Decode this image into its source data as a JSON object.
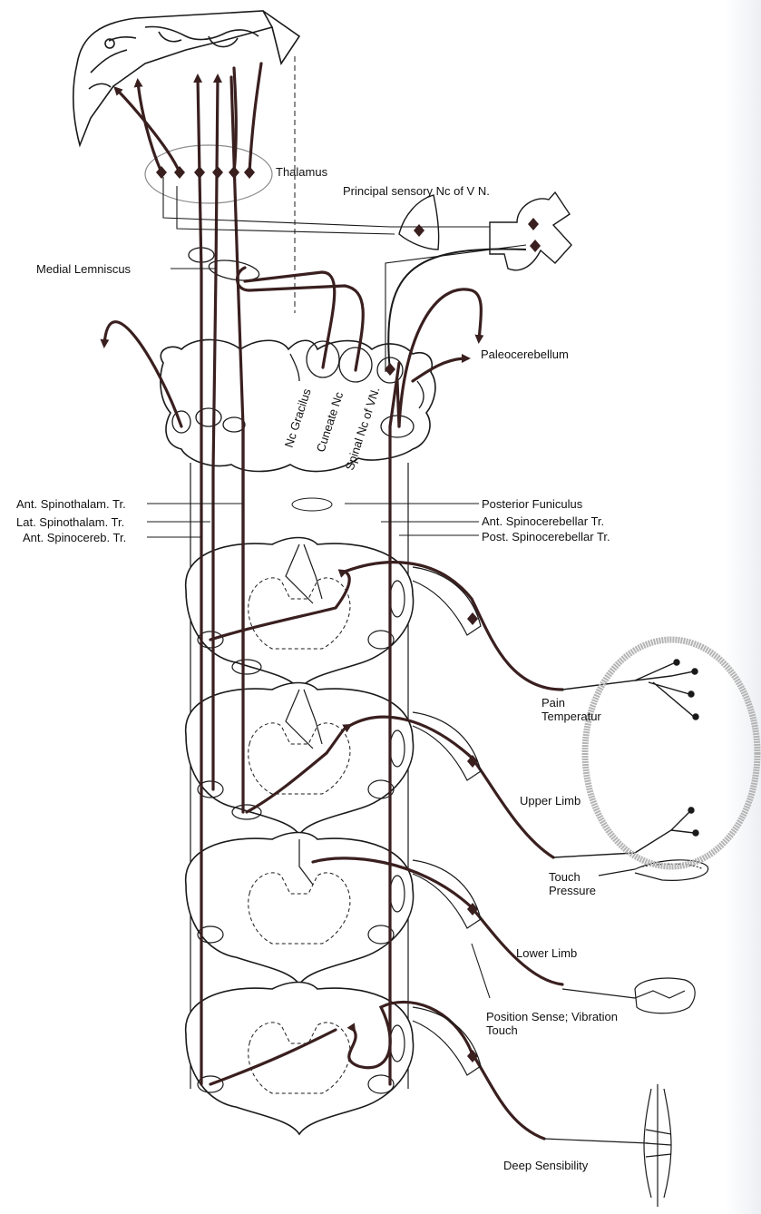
{
  "labels": {
    "thalamus": "Thalamus",
    "principal_sensory": "Principal sensory Nc of V N.",
    "medial_lemniscus": "Medial Lemniscus",
    "paleocerebellum": "Paleocerebellum",
    "nc_gracilus": "Nc Gracilus",
    "cuneate_nc": "Cuneate Nc",
    "spinal_nc_vn": "Spinal Nc of VN.",
    "ant_spinothalam": "Ant. Spinothalam. Tr.",
    "lat_spinothalam": "Lat. Spinothalam. Tr.",
    "ant_spinocereb": "Ant. Spinocereb. Tr.",
    "posterior_funiculus": "Posterior Funiculus",
    "ant_spinocerebellar": "Ant. Spinocerebellar Tr.",
    "post_spinocerebellar": "Post. Spinocerebellar Tr.",
    "pain": "Pain",
    "temperature": "Temperatur",
    "upper_limb": "Upper Limb",
    "touch": "Touch",
    "pressure": "Pressure",
    "lower_limb": "Lower Limb",
    "position_sense": "Position Sense; Vibration",
    "touch2": "Touch",
    "deep_sensibility": "Deep Sensibility"
  },
  "colors": {
    "tract": "#3a1f1f",
    "outline": "#1a1a1a",
    "highlight_ring": "#b4b4b4"
  }
}
